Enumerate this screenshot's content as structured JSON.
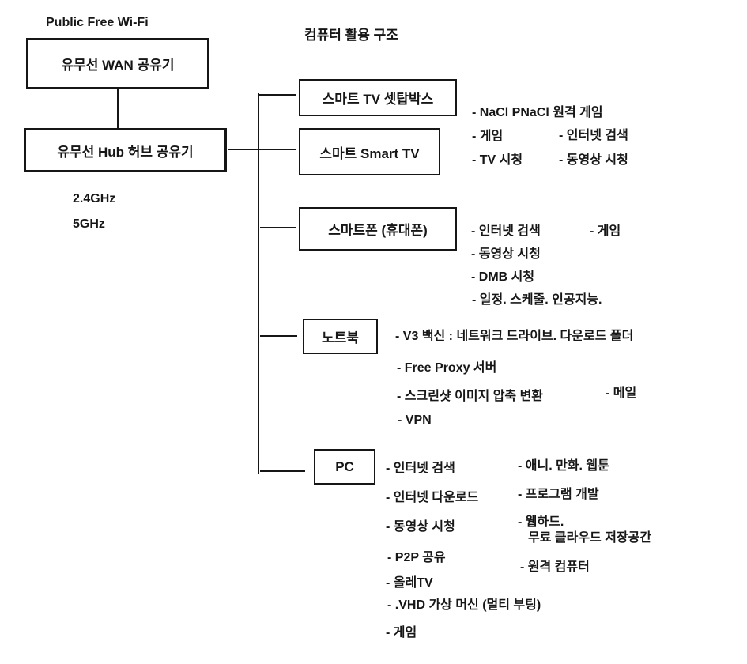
{
  "colors": {
    "ink": "#161616",
    "background": "#ffffff"
  },
  "header": {
    "wifi_label": "Public Free Wi-Fi",
    "structure_title": "컴퓨터 활용 구조"
  },
  "network": {
    "wan_router": "유무선 WAN 공유기",
    "hub_router": "유무선 Hub 허브 공유기",
    "band_24ghz": "2.4GHz",
    "band_5ghz": "5GHz"
  },
  "devices": {
    "settop_box": "스마트 TV 셋탑박스",
    "smart_tv": "스마트 Smart TV",
    "smartphone": "스마트폰 (휴대폰)",
    "laptop": "노트북",
    "pc": "PC"
  },
  "notes": {
    "tv_group": [
      "- NaCl PNaCl 원격 게임",
      "- 게임",
      "- 인터넷 검색",
      "- TV 시청",
      "- 동영상 시청"
    ],
    "smartphone_group": [
      "- 인터넷 검색",
      "- 게임",
      "- 동영상 시청",
      "- DMB 시청",
      "- 일정. 스케줄. 인공지능."
    ],
    "laptop_group": [
      "- V3 백신  : 네트워크 드라이브. 다운로드 폴더",
      "- Free Proxy 서버",
      "- 스크린샷 이미지 압축 변환",
      "- 메일",
      "- VPN"
    ],
    "pc_left_group": [
      "- 인터넷 검색",
      "- 인터넷 다운로드",
      "- 동영상 시청",
      "- P2P 공유",
      "- 올레TV",
      "- .VHD 가상 머신 (멀티 부팅)",
      "- 게임"
    ],
    "pc_right_group": [
      "- 애니. 만화. 웹툰",
      "- 프로그램 개발",
      "- 웹하드.",
      "무료 클라우드 저장공간",
      "- 원격 컴퓨터"
    ]
  }
}
